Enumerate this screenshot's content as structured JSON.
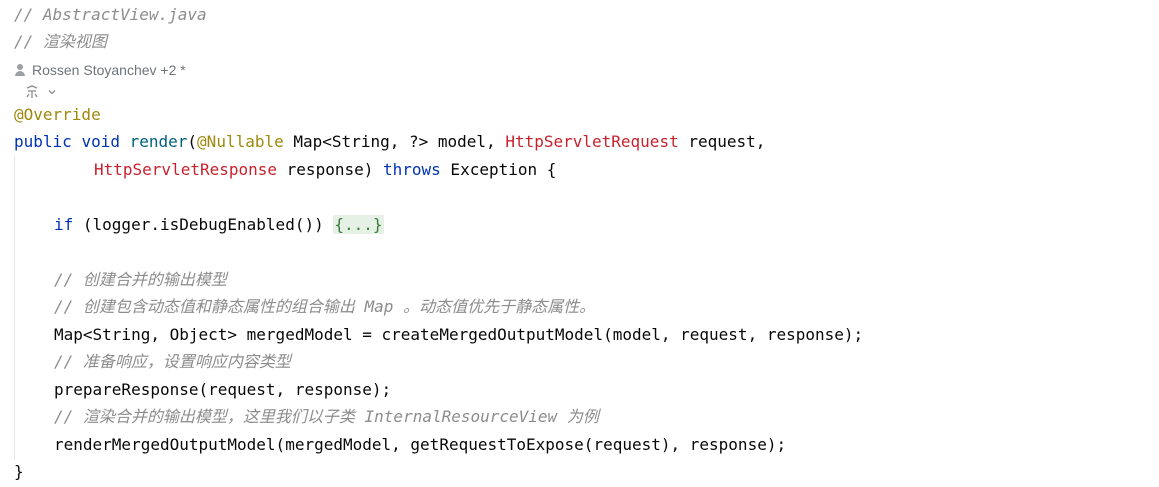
{
  "file_comment": "// AbstractView.java",
  "desc_comment": "// 渲染视图",
  "author_hint": {
    "icon": "user-icon",
    "text": "Rossen Stoyanchev +2 *"
  },
  "implementations_hint": {
    "icon": "implementations-icon",
    "chevron": "⌄"
  },
  "code": {
    "annotation": "@Override",
    "sig1": {
      "kw_public": "public",
      "kw_void": "void",
      "method": "render",
      "paren_open": "(",
      "ann_nullable": "@Nullable",
      "map_type": "Map<String, ?> model, ",
      "req_type": "HttpServletRequest",
      "req_rest": " request,"
    },
    "sig2": {
      "resp_type": "HttpServletResponse",
      "resp_rest": " response) ",
      "kw_throws": "throws",
      "exc_rest": " Exception {"
    },
    "if_line": {
      "kw_if": "if",
      "cond": " (logger.isDebugEnabled()) ",
      "folded": "{...}"
    },
    "comment1": "// 创建合并的输出模型",
    "comment2": "// 创建包含动态值和静态属性的组合输出 Map 。动态值优先于静态属性。",
    "merged_line": "Map<String, Object> mergedModel = createMergedOutputModel(model, request, response);",
    "comment3": "// 准备响应，设置响应内容类型",
    "prepare_line": "prepareResponse(request, response);",
    "comment4": "// 渲染合并的输出模型，这里我们以子类 InternalResourceView 为例",
    "render_line": "renderMergedOutputModel(mergedModel, getRequestToExpose(request), response);",
    "closing_brace": "}"
  }
}
